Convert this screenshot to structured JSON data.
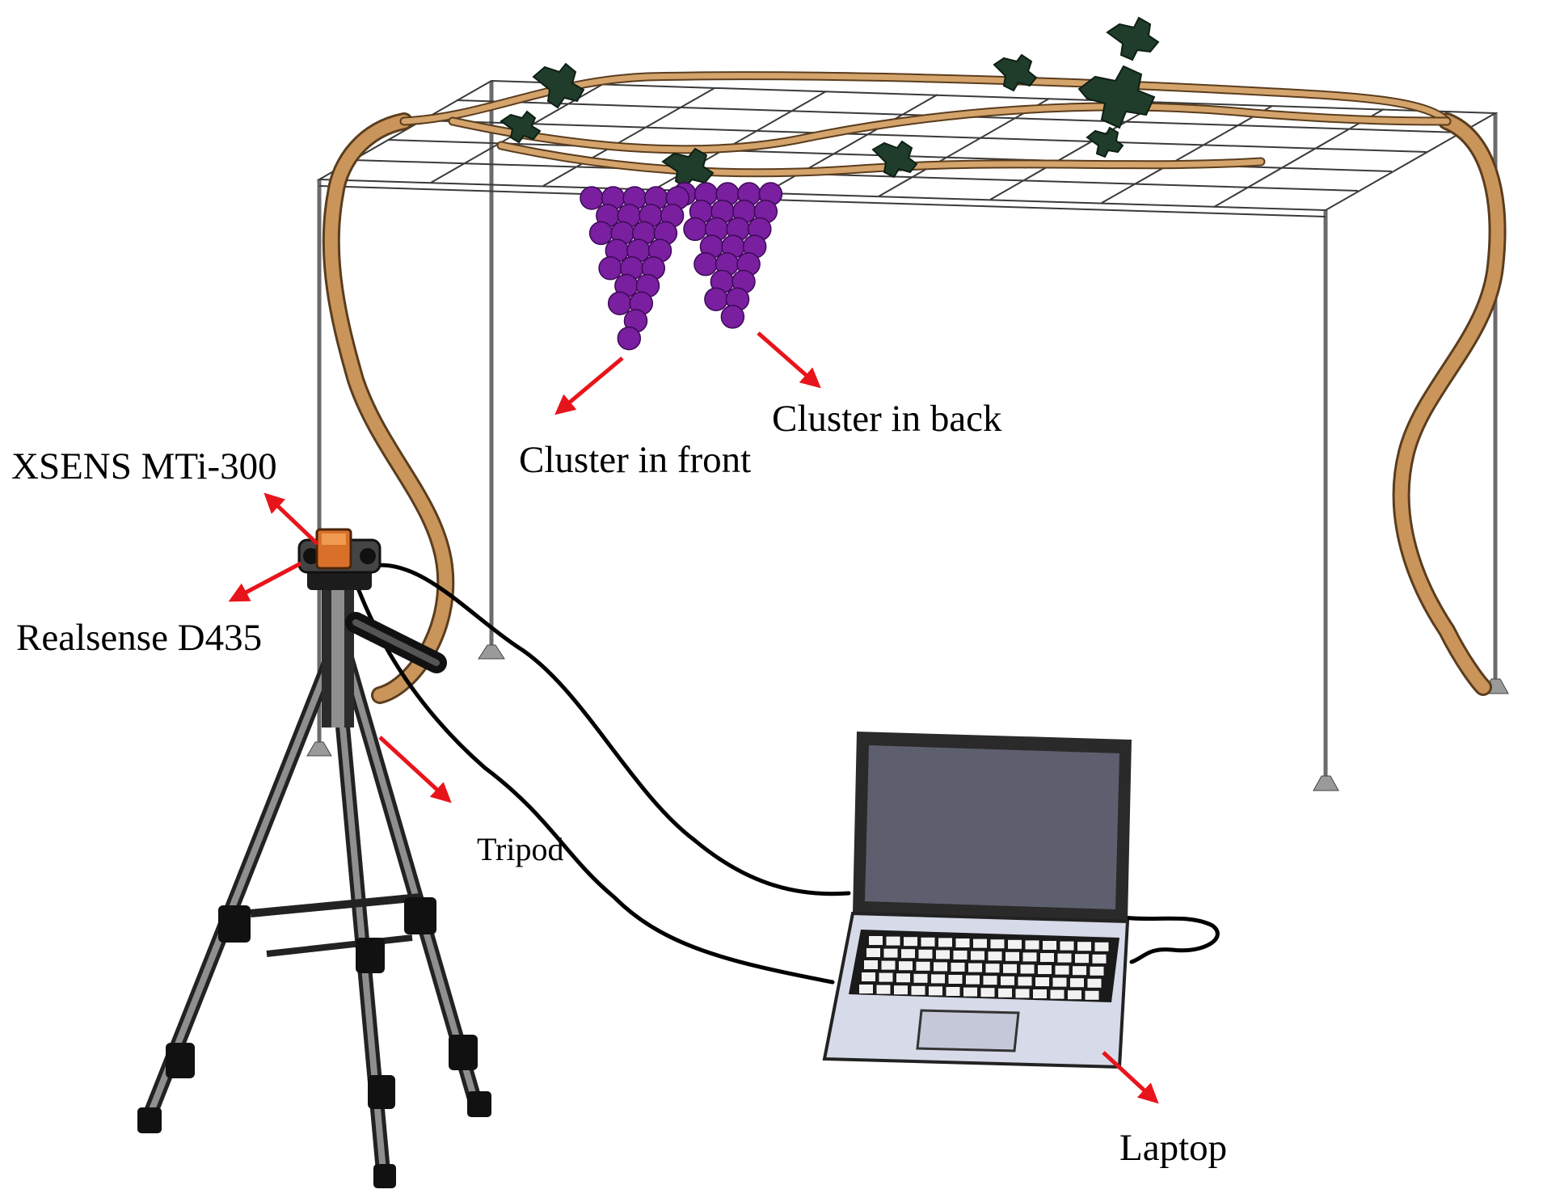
{
  "labels": {
    "imu": "XSENS MTi-300",
    "camera": "Realsense D435",
    "tripod": "Tripod",
    "cluster_front": "Cluster in front",
    "cluster_back": "Cluster in back",
    "laptop": "Laptop"
  },
  "colors": {
    "arrow": "#e8141b",
    "grape": "#7a1fa0",
    "vine": "#c9955a",
    "leaf": "#1f3d2a",
    "frame": "#6b6b6b",
    "screen": "#5e5f6e",
    "imu_body": "#d9702a"
  }
}
